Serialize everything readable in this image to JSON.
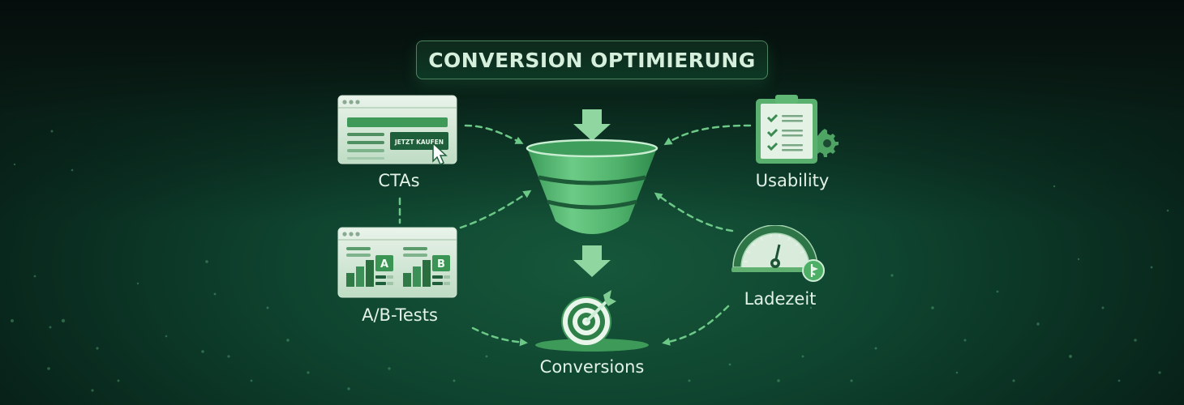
{
  "header": {
    "title": "CONVERSION OPTIMIERUNG"
  },
  "nodes": {
    "ctas": {
      "label": "CTAs",
      "icon": "browser-window-cta-icon",
      "button_text": "JETZT KAUFEN"
    },
    "ab_tests": {
      "label": "A/B-Tests",
      "icon": "ab-test-browser-icon",
      "variant_a": "A",
      "variant_b": "B"
    },
    "usability": {
      "label": "Usability",
      "icon": "clipboard-checklist-gear-icon"
    },
    "ladezeit": {
      "label": "Ladezeit",
      "icon": "speedometer-icon"
    },
    "funnel": {
      "icon": "funnel-icon"
    },
    "conversions": {
      "label": "Conversions",
      "icon": "target-arrow-icon"
    }
  },
  "colors": {
    "background_dark": "#071a14",
    "background_green": "#16573a",
    "accent_green": "#5fbf78",
    "light_green": "#9fdcad",
    "text": "#e2f2e6"
  }
}
